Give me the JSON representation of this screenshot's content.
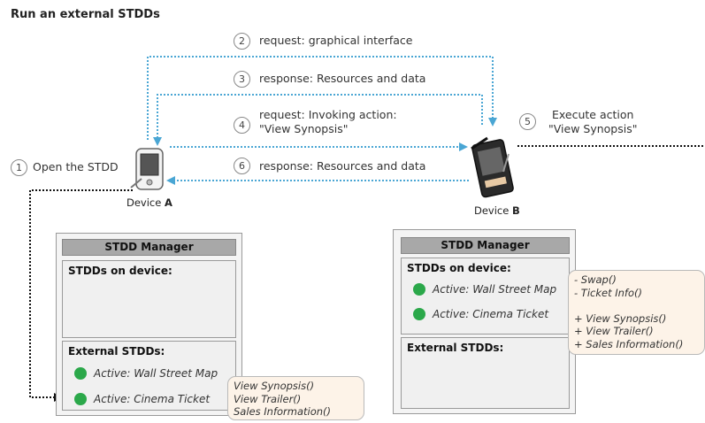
{
  "title": "Run an external STDDs",
  "steps": [
    {
      "num": "1",
      "lines": [
        "Open the STDD"
      ]
    },
    {
      "num": "2",
      "lines": [
        "request: graphical interface"
      ]
    },
    {
      "num": "3",
      "lines": [
        "response: Resources and data"
      ]
    },
    {
      "num": "4",
      "lines": [
        "request: Invoking action:",
        "\"View Synopsis\""
      ]
    },
    {
      "num": "5",
      "lines": [
        "Execute action",
        "\"View Synopsis\""
      ]
    },
    {
      "num": "6",
      "lines": [
        "response: Resources and data"
      ]
    }
  ],
  "devices": {
    "a": {
      "prefix": "Device ",
      "letter": "A"
    },
    "b": {
      "prefix": "Device ",
      "letter": "B"
    }
  },
  "manager_a": {
    "header": "STDD Manager",
    "on_device_title": "STDDs on device:",
    "external_title": "External STDDs:",
    "external_items": [
      "Active: Wall Street Map",
      "Active: Cinema Ticket"
    ],
    "menu": [
      "View Synopsis()",
      "View Trailer()",
      "Sales Information()"
    ]
  },
  "manager_b": {
    "header": "STDD Manager",
    "on_device_title": "STDDs on device:",
    "on_device_items": [
      "Active: Wall Street Map",
      "Active: Cinema Ticket"
    ],
    "external_title": "External STDDs:",
    "menu": [
      "- Swap()",
      "- Ticket Info()",
      "",
      "+ View Synopsis()",
      "+ View Trailer()",
      "+ Sales Information()"
    ]
  },
  "colors": {
    "arrow": "#4aa6d4",
    "active_dot": "#2ba84a",
    "menu_bg": "#fdf3e8",
    "panel_header": "#a8a8a8"
  }
}
